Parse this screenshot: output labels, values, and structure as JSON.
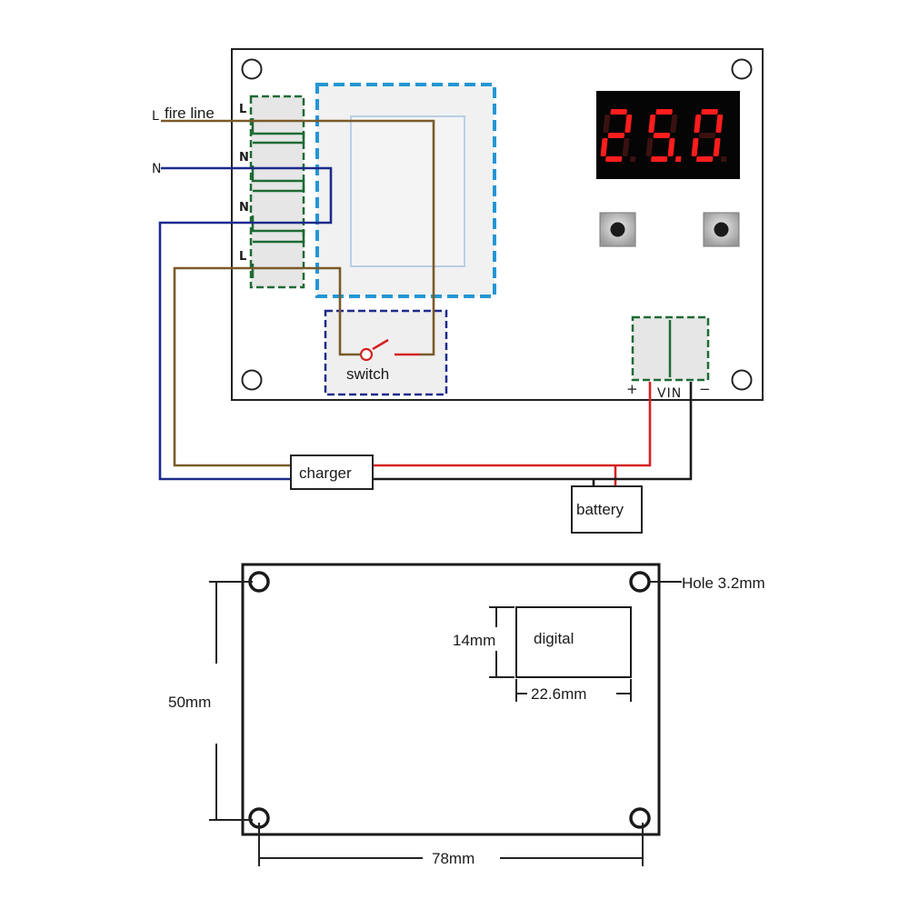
{
  "wiring": {
    "labels": {
      "line_L": "L",
      "line_N": "N",
      "fire_line": "fire line",
      "switch": "switch",
      "charger": "charger",
      "battery": "battery",
      "vin": "VIN",
      "plus": "+",
      "minus": "−"
    },
    "terminal_pins": [
      "L",
      "N",
      "N",
      "L"
    ],
    "display_value": "25.0",
    "colors": {
      "live_wire": "#7a5a2a",
      "neutral_wire": "#1c2a8c",
      "positive_wire": "#d42222",
      "negative_wire": "#1a1a1a",
      "terminal_outline": "#1e6b34",
      "relay_outline": "#2596d4",
      "switch_outline": "#1e2a8c",
      "display_red": "#ff1d1d"
    }
  },
  "dimensions": {
    "hole": "Hole 3.2mm",
    "digital": "digital",
    "digital_height": "14mm",
    "digital_width": "22.6mm",
    "board_height": "50mm",
    "board_width": "78mm"
  }
}
